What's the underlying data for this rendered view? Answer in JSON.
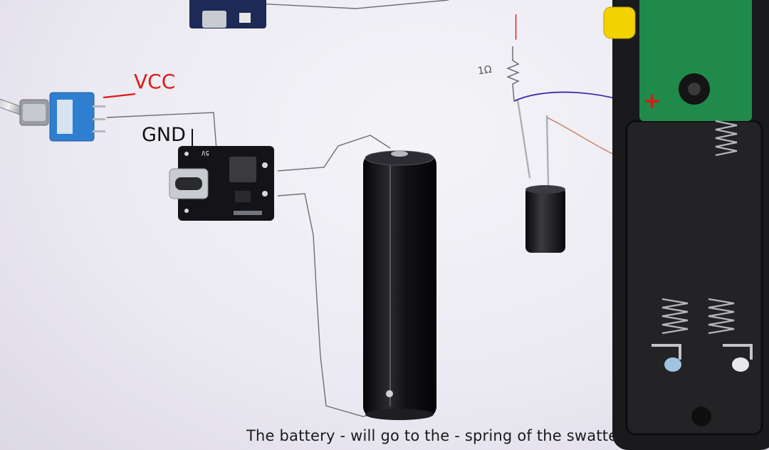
{
  "labels": {
    "vcc": "VCC",
    "gnd": "GND",
    "resistor": "1Ω",
    "negative_mark": "|",
    "positive_mark": "+",
    "board_marking": "5V",
    "caption": "The battery - will go to the - spring of the swatter"
  },
  "colors": {
    "paper": "#ecebf3",
    "label_red": "#e01818",
    "label_black": "#111111",
    "pencil_wire": "#6e6e72",
    "blue_lead": "#3a2fa8",
    "copper_lead": "#c97a5a",
    "pcb_black": "#141418",
    "pcb_green": "#1f8a4a",
    "switch_blue": "#2f7fd0",
    "button_yellow": "#f2d200",
    "battery_black": "#111114",
    "housing_black": "#1a1a1c"
  },
  "icons": {
    "switch": "toggle-switch-icon",
    "charger_board": "usb-c-charger-board-icon",
    "battery": "cylindrical-battery-icon",
    "capacitor": "electrolytic-capacitor-icon",
    "resistor": "resistor-zigzag-icon",
    "housing": "swatter-battery-housing-icon"
  }
}
